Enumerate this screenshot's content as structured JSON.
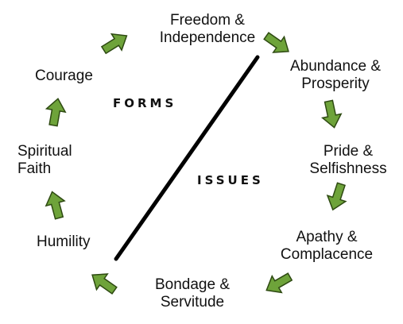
{
  "nodes": [
    {
      "id": "freedom",
      "lines": [
        "Freedom &",
        "Independence"
      ]
    },
    {
      "id": "abundance",
      "lines": [
        "Abundance &",
        "Prosperity"
      ]
    },
    {
      "id": "pride",
      "lines": [
        "Pride &",
        "Selfishness"
      ]
    },
    {
      "id": "apathy",
      "lines": [
        "Apathy &",
        "Complacence"
      ]
    },
    {
      "id": "bondage",
      "lines": [
        "Bondage &",
        "Servitude"
      ]
    },
    {
      "id": "humility",
      "lines": [
        "Humility"
      ]
    },
    {
      "id": "faith",
      "lines": [
        "Spiritual",
        "Faith"
      ]
    },
    {
      "id": "courage",
      "lines": [
        "Courage"
      ]
    }
  ],
  "labels": {
    "forms": "FORMS",
    "issues": "ISSUES"
  },
  "colors": {
    "arrow_fill": "#6ea33a",
    "arrow_stroke": "#2e4a12",
    "divider": "#000000",
    "text": "#111111"
  },
  "arrow_icon": "green-block-arrow"
}
